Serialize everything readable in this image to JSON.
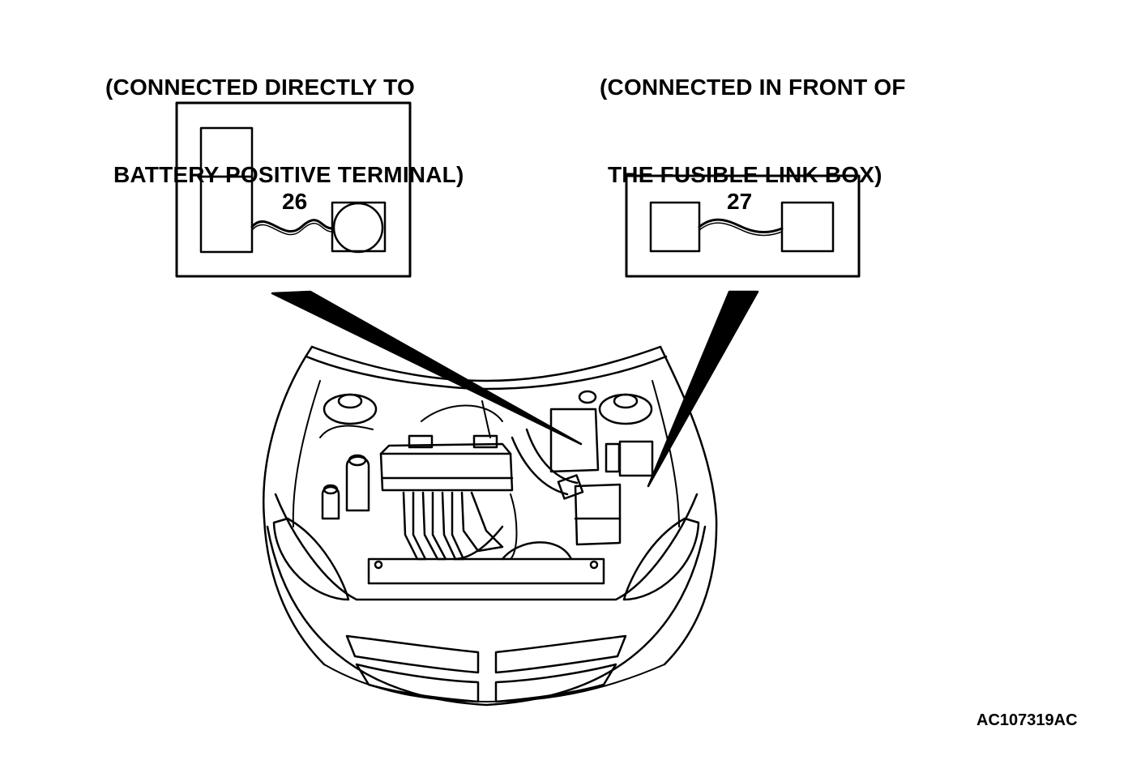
{
  "captions": {
    "left": {
      "line1": "(CONNECTED DIRECTLY TO",
      "line2": "BATTERY POSITIVE TERMINAL)"
    },
    "right": {
      "line1": "(CONNECTED IN FRONT OF",
      "line2": "THE FUSIBLE LINK BOX)"
    }
  },
  "callouts": {
    "left_number": "26",
    "right_number": "27"
  },
  "figure_id": "AC107319AC"
}
